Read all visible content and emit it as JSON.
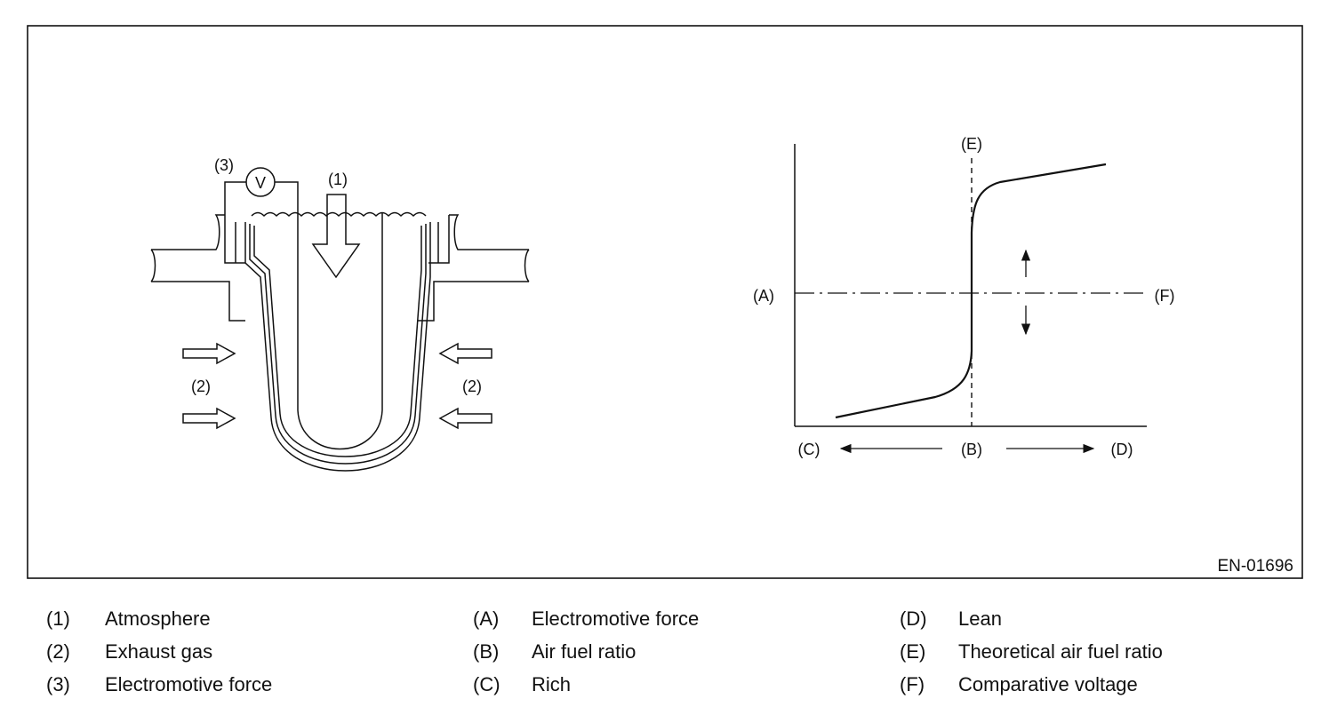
{
  "figure": {
    "code": "EN-01696",
    "sensor_labels": {
      "atmosphere": "(1)",
      "exhaust_left": "(2)",
      "exhaust_right": "(2)",
      "emf": "(3)",
      "voltmeter": "V"
    },
    "graph_labels": {
      "a": "(A)",
      "b": "(B)",
      "c": "(C)",
      "d": "(D)",
      "e": "(E)",
      "f": "(F)"
    }
  },
  "legend": {
    "col1": [
      {
        "key": "(1)",
        "text": "Atmosphere"
      },
      {
        "key": "(2)",
        "text": "Exhaust gas"
      },
      {
        "key": "(3)",
        "text": "Electromotive force"
      }
    ],
    "col2": [
      {
        "key": "(A)",
        "text": "Electromotive force"
      },
      {
        "key": "(B)",
        "text": "Air fuel ratio"
      },
      {
        "key": "(C)",
        "text": "Rich"
      }
    ],
    "col3": [
      {
        "key": "(D)",
        "text": "Lean"
      },
      {
        "key": "(E)",
        "text": "Theoretical air fuel ratio"
      },
      {
        "key": "(F)",
        "text": "Comparative voltage"
      }
    ]
  }
}
